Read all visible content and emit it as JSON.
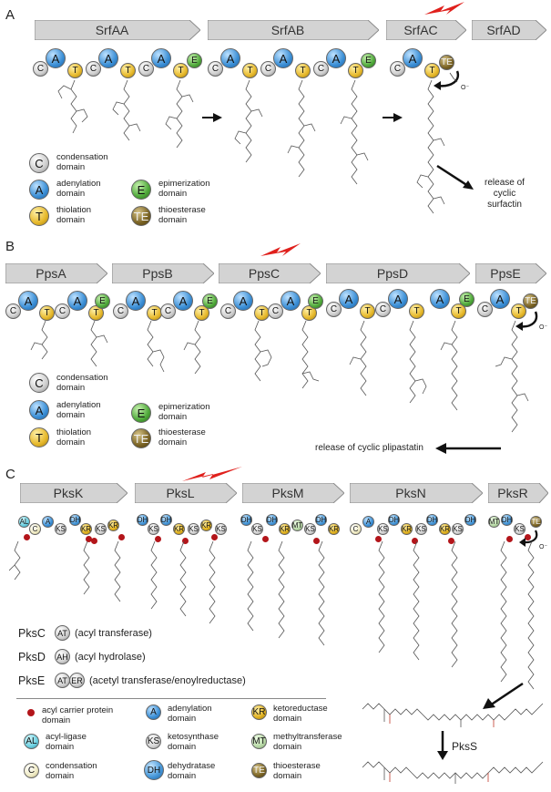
{
  "panels": [
    {
      "letter": "A",
      "genes": [
        "SrfAA",
        "SrfAB",
        "SrfAC",
        "SrfAD"
      ],
      "legend": [
        {
          "abbr": "C",
          "text": "condensation domain"
        },
        {
          "abbr": "A",
          "text": "adenylation domain"
        },
        {
          "abbr": "T",
          "text": "thiolation domain"
        },
        {
          "abbr": "E",
          "text": "epimerization domain"
        },
        {
          "abbr": "TE",
          "text": "thioesterase domain"
        }
      ],
      "release_text": "release of cyclic surfactin"
    },
    {
      "letter": "B",
      "genes": [
        "PpsA",
        "PpsB",
        "PpsC",
        "PpsD",
        "PpsE"
      ],
      "legend": [
        {
          "abbr": "C",
          "text": "condensation domain"
        },
        {
          "abbr": "A",
          "text": "adenylation domain"
        },
        {
          "abbr": "T",
          "text": "thiolation domain"
        },
        {
          "abbr": "E",
          "text": "epimerization domain"
        },
        {
          "abbr": "TE",
          "text": "thioesterase domain"
        }
      ],
      "release_text": "release of cyclic plipastatin"
    },
    {
      "letter": "C",
      "genes": [
        "PksK",
        "PksL",
        "PksM",
        "PksN",
        "PksR"
      ],
      "extras": [
        {
          "name": "PksC",
          "domains": [
            "AT"
          ],
          "desc": "(acyl transferase)"
        },
        {
          "name": "PksD",
          "domains": [
            "AH"
          ],
          "desc": "(acyl hydrolase)"
        },
        {
          "name": "PksE",
          "domains": [
            "AT",
            "ER"
          ],
          "desc": "(acetyl transferase/enoylreductase)"
        }
      ],
      "legend": [
        {
          "abbr": "",
          "text": "acyl carrier protein domain"
        },
        {
          "abbr": "A",
          "text": "adenylation domain"
        },
        {
          "abbr": "KR",
          "text": "ketoreductase domain"
        },
        {
          "abbr": "AL",
          "text": "acyl-ligase domain"
        },
        {
          "abbr": "KS",
          "text": "ketosynthase domain"
        },
        {
          "abbr": "MT",
          "text": "methyltransferase domain"
        },
        {
          "abbr": "C",
          "text": "condensation domain"
        },
        {
          "abbr": "DH",
          "text": "dehydratase domain"
        },
        {
          "abbr": "TE",
          "text": "thioesterase domain"
        }
      ],
      "final_enzyme": "PksS"
    }
  ],
  "colors": {
    "gene_fill": "#d3d3d3",
    "gene_stroke": "#8a8a8a",
    "lightning": "#e0201c",
    "acp": "#b3151a"
  }
}
